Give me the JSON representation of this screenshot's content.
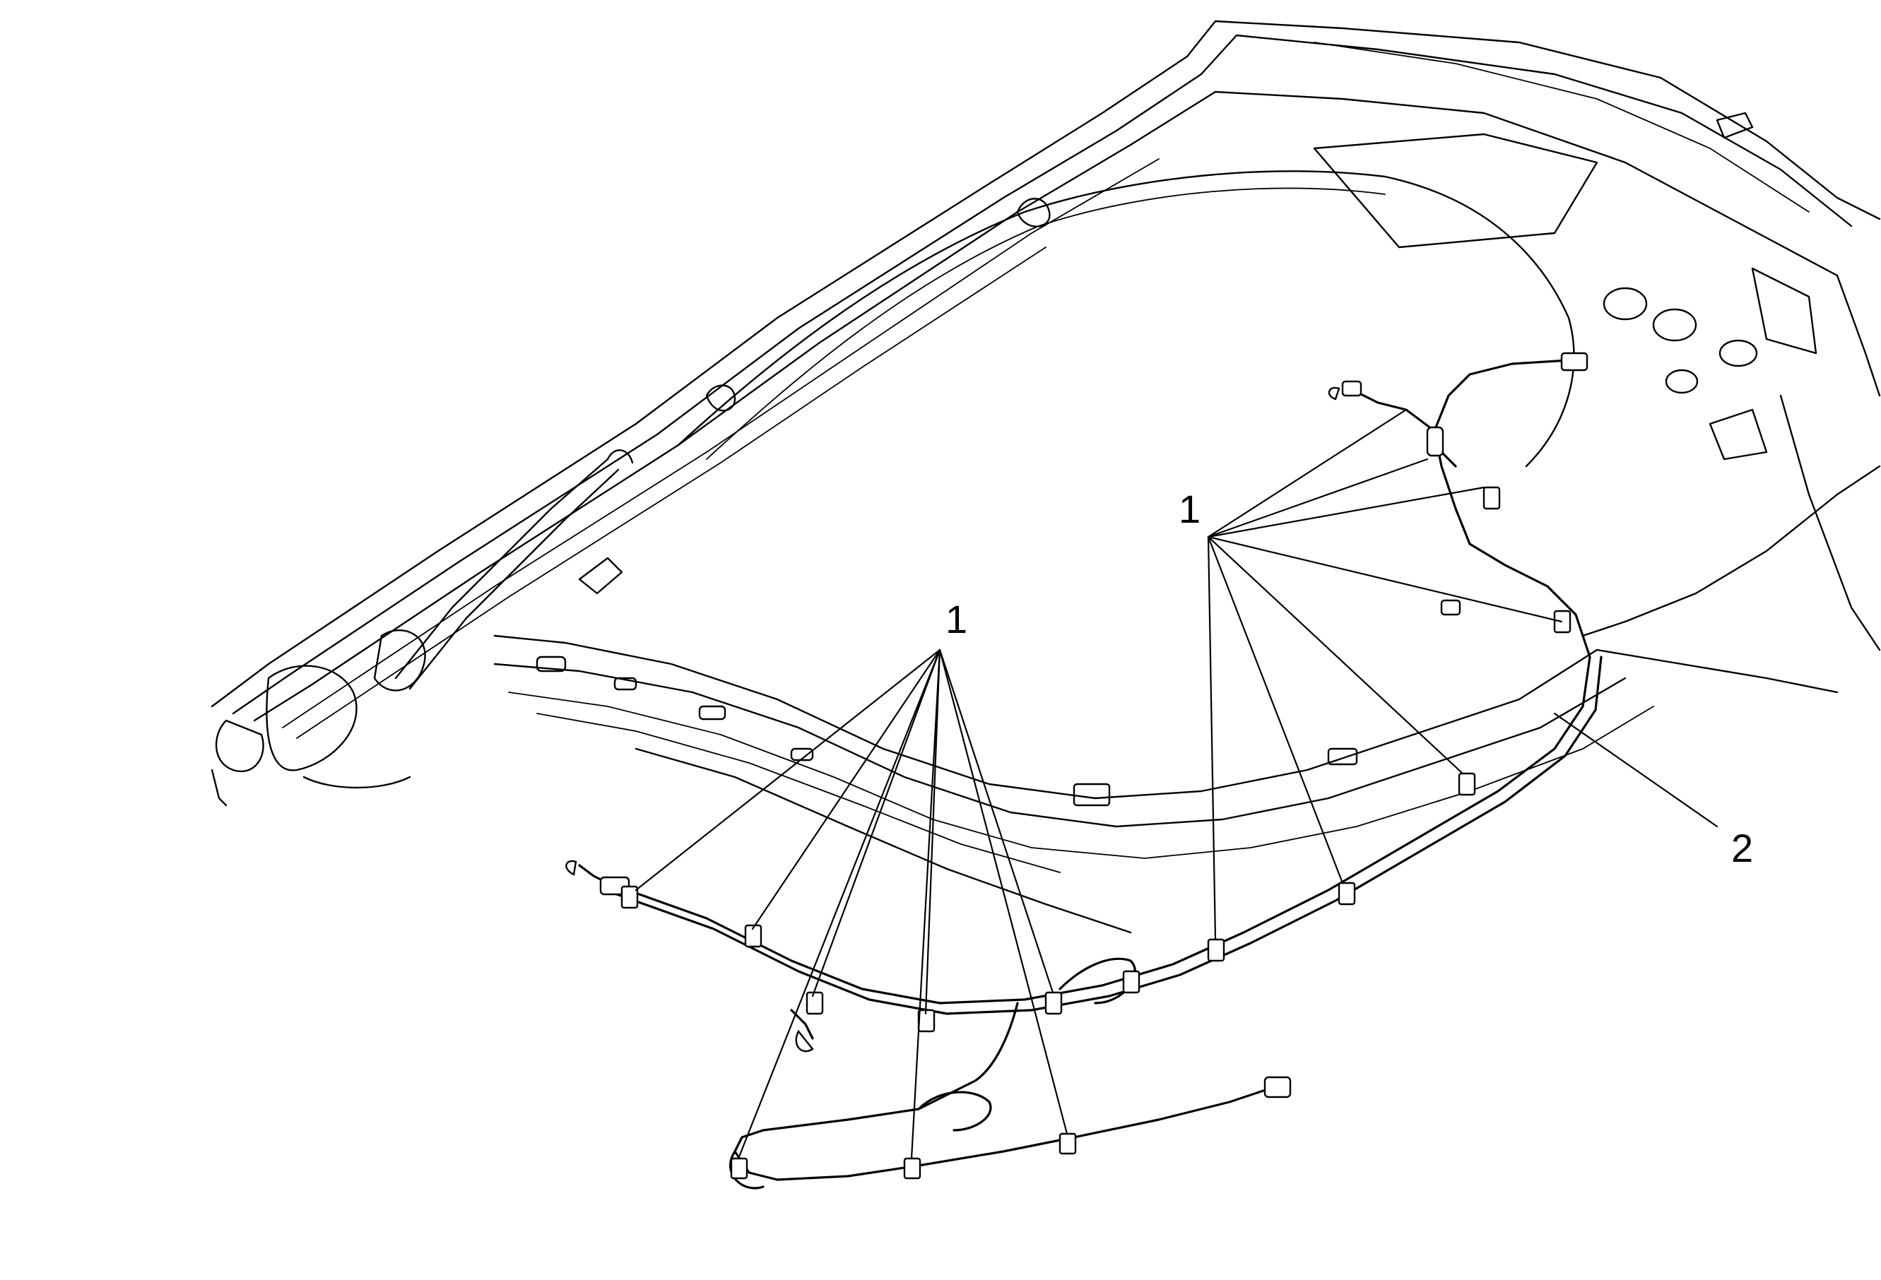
{
  "callouts": {
    "front_clips": {
      "label": "1"
    },
    "rear_clips": {
      "label": "1"
    },
    "harness": {
      "label": "2"
    }
  },
  "colors": {
    "line": "#000000",
    "background": "#ffffff"
  }
}
